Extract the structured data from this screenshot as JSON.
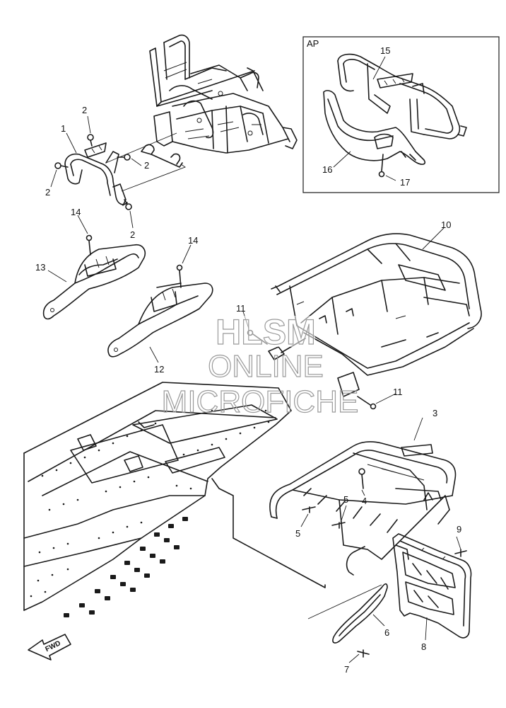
{
  "inset": {
    "label": "AP"
  },
  "callouts": [
    {
      "id": "c1",
      "text": "1"
    },
    {
      "id": "c2a",
      "text": "2"
    },
    {
      "id": "c2b",
      "text": "2"
    },
    {
      "id": "c2c",
      "text": "2"
    },
    {
      "id": "c2d",
      "text": "2"
    },
    {
      "id": "c3",
      "text": "3"
    },
    {
      "id": "c4",
      "text": "4"
    },
    {
      "id": "c5a",
      "text": "5"
    },
    {
      "id": "c5b",
      "text": "5"
    },
    {
      "id": "c6",
      "text": "6"
    },
    {
      "id": "c7",
      "text": "7"
    },
    {
      "id": "c8",
      "text": "8"
    },
    {
      "id": "c9",
      "text": "9"
    },
    {
      "id": "c10",
      "text": "10"
    },
    {
      "id": "c11a",
      "text": "11"
    },
    {
      "id": "c11b",
      "text": "11"
    },
    {
      "id": "c12",
      "text": "12"
    },
    {
      "id": "c13",
      "text": "13"
    },
    {
      "id": "c14a",
      "text": "14"
    },
    {
      "id": "c14b",
      "text": "14"
    },
    {
      "id": "c15",
      "text": "15"
    },
    {
      "id": "c16",
      "text": "16"
    },
    {
      "id": "c17",
      "text": "17"
    }
  ],
  "fwd_arrow": {
    "label": "FWD",
    "icon": "fwd-arrow-icon"
  },
  "watermark": {
    "line1": "HLSM",
    "line2": "ONLINE",
    "line3": "MICROFICHE"
  }
}
